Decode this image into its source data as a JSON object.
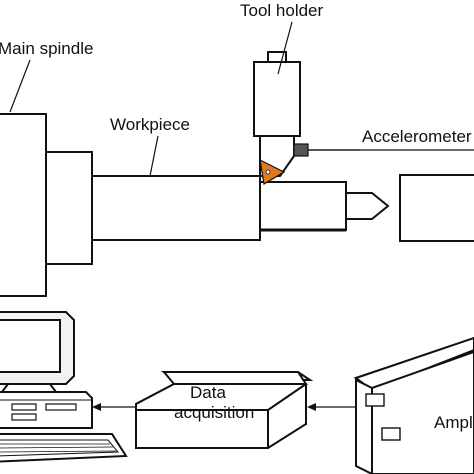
{
  "labels": {
    "tool_holder": "Tool holder",
    "main_spindle": "Main spindle",
    "workpiece": "Workpiece",
    "accelerometer": "Accelerometer",
    "data_acquisition_line1": "Data",
    "data_acquisition_line2": "acquisition",
    "amplifier": "Amplifier"
  },
  "colors": {
    "stroke": "#111111",
    "insert_fill": "#e07a1f",
    "sensor_fill": "#555555",
    "monitor_fill": "#f2f2f2"
  }
}
